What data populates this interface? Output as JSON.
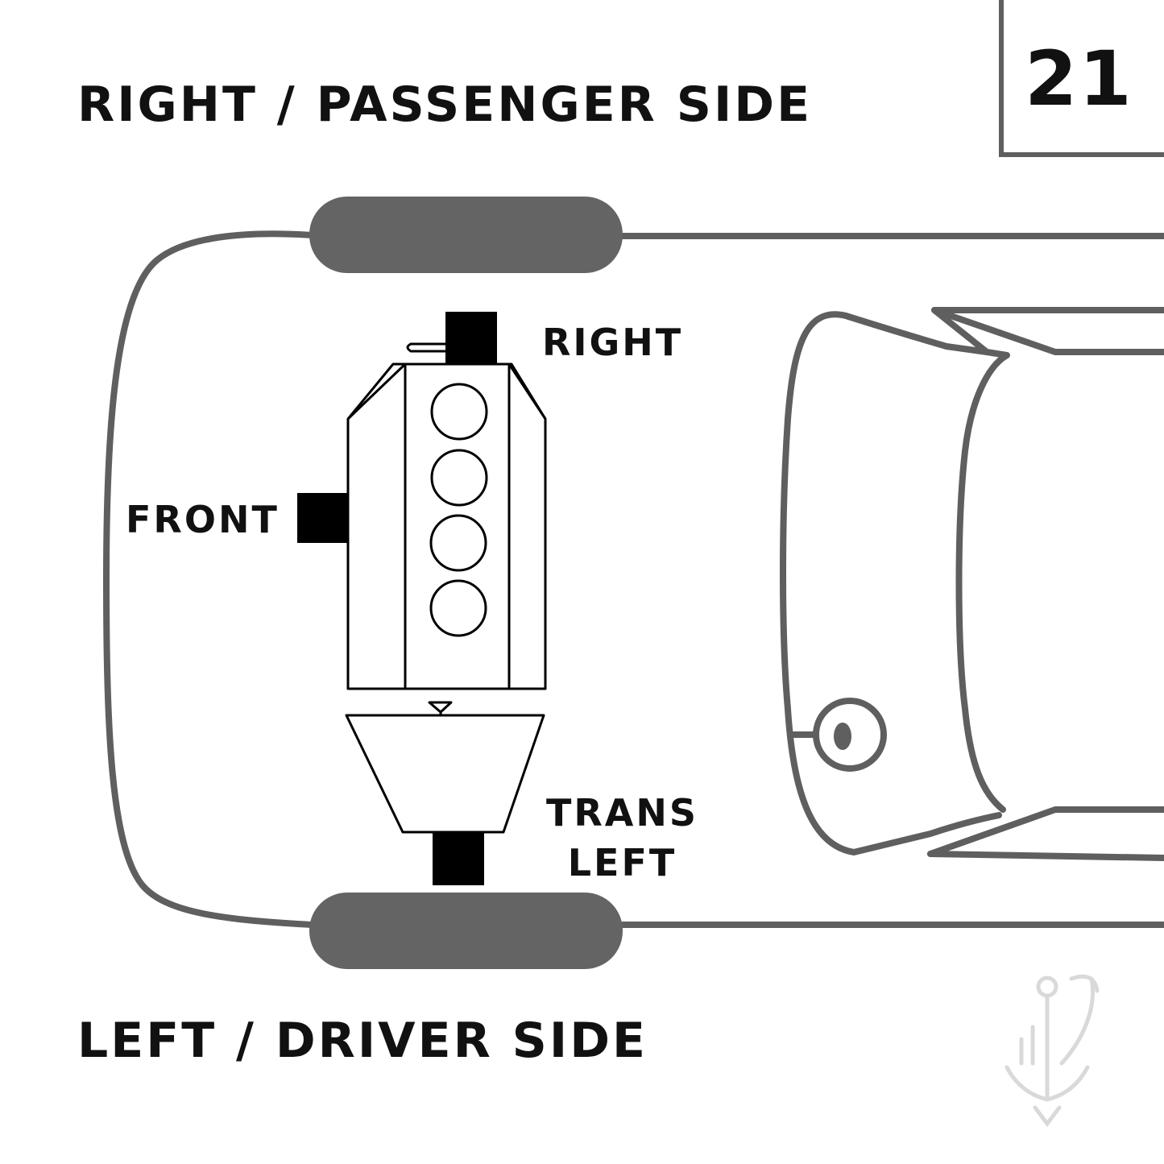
{
  "header": {
    "top_side_label": "RIGHT / PASSENGER SIDE",
    "bottom_side_label": "LEFT / DRIVER SIDE",
    "diagram_number": "21"
  },
  "mounts": {
    "right": "RIGHT",
    "front": "FRONT",
    "trans_left_line1": "TRANS",
    "trans_left_line2": "LEFT"
  },
  "colors": {
    "outline": "#5f5f5f",
    "tire": "#646464",
    "mount": "#000000",
    "engine": "#000000",
    "text": "#111111",
    "watermark": "#d9d9d9"
  },
  "icons": [
    "engine-block-icon",
    "transmission-icon",
    "steering-wheel-icon",
    "brand-logo-watermark"
  ],
  "engine": {
    "cylinders": 4
  }
}
